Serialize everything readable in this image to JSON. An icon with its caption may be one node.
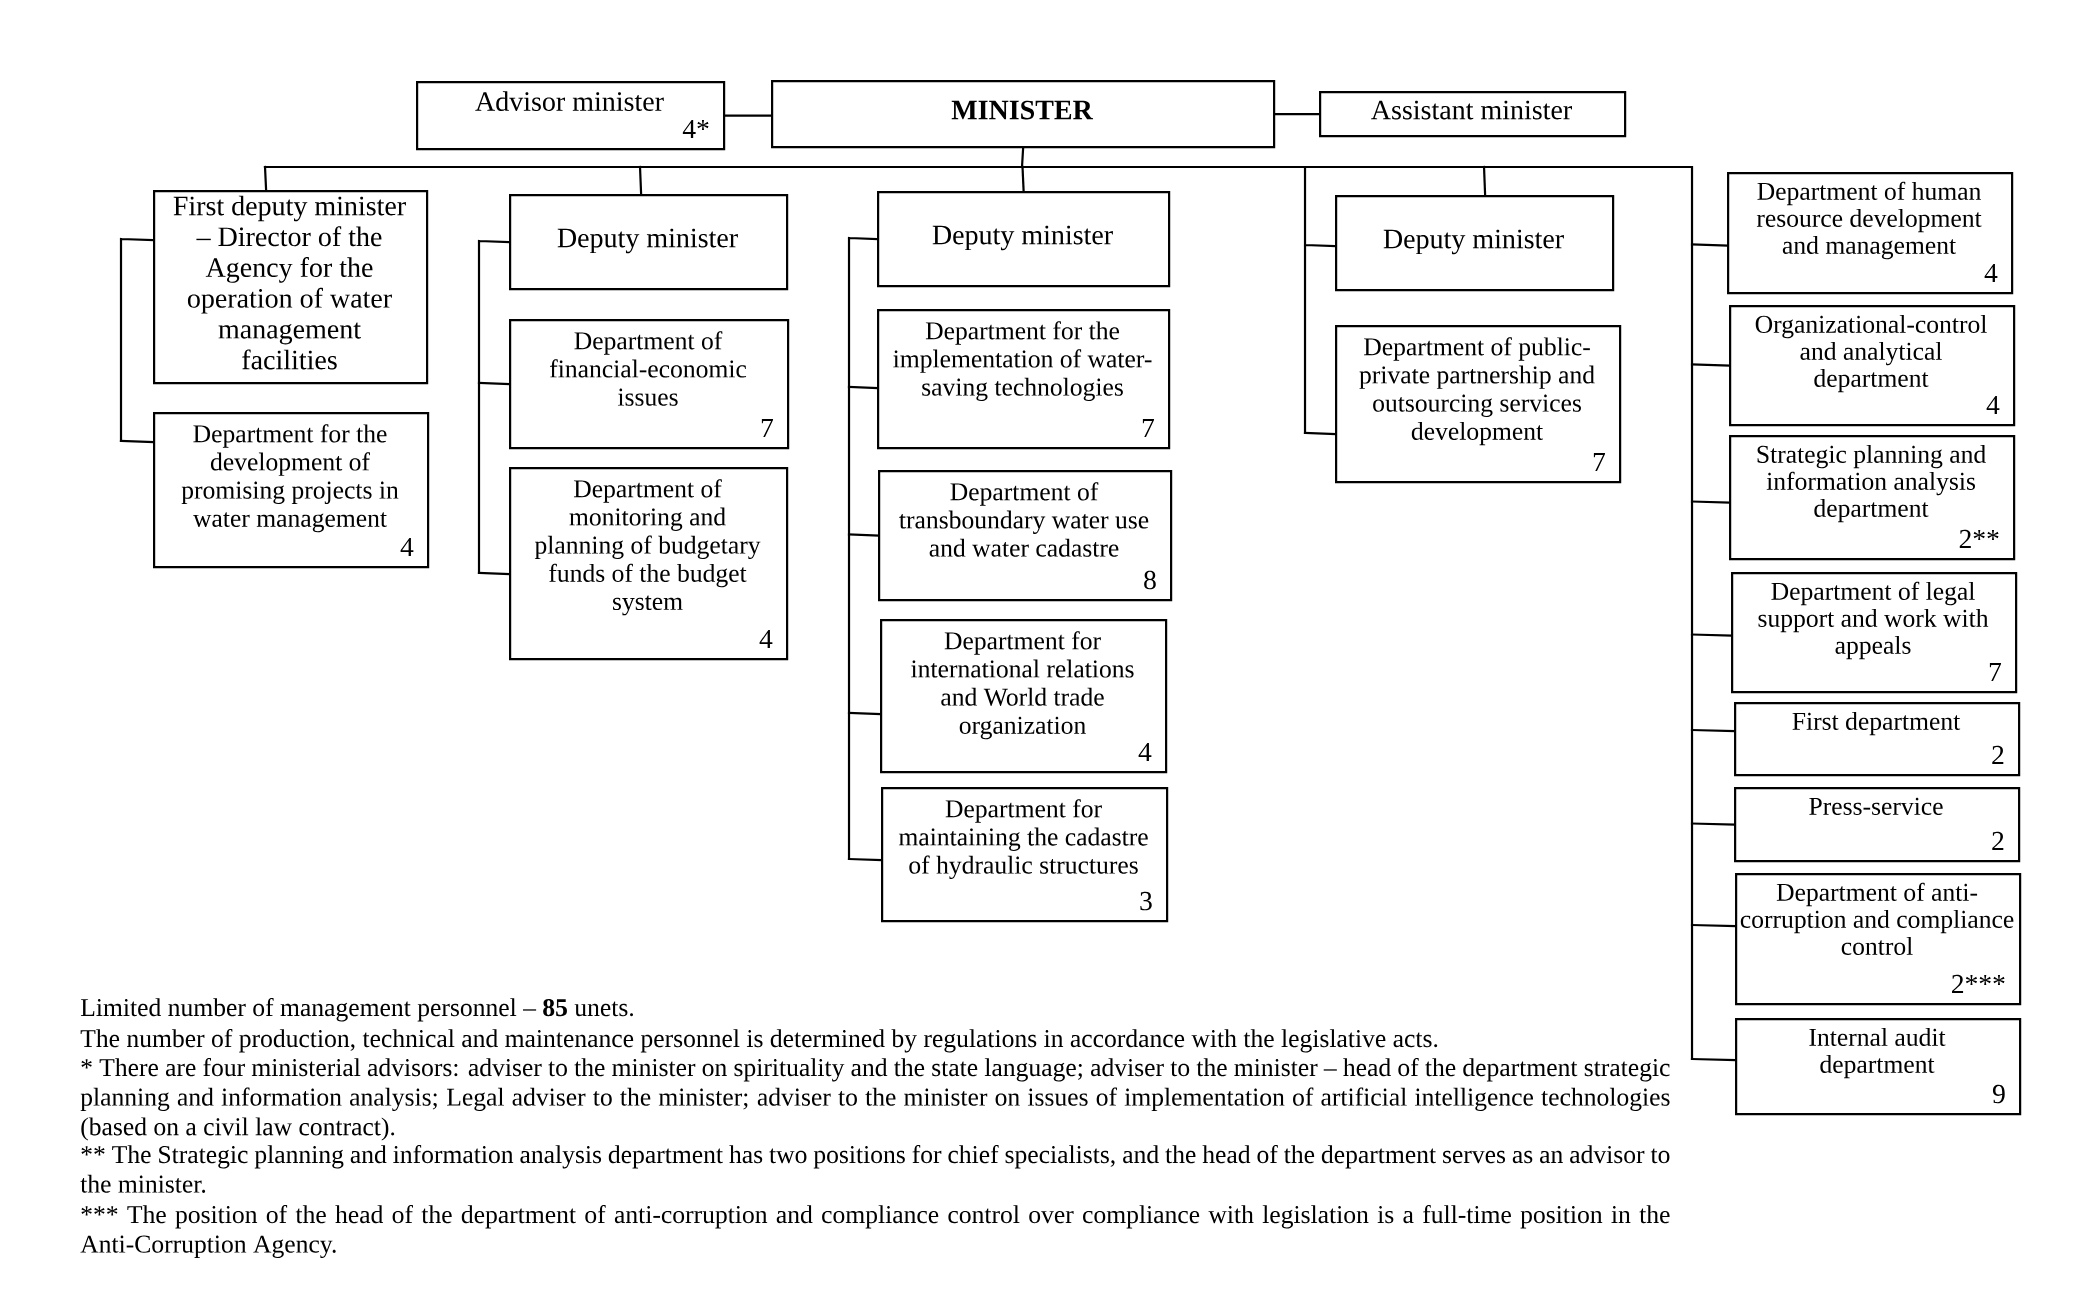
{
  "diagram": {
    "nodes": [
      {
        "text": [
          "Advisor minister",
          "4*"
        ]
      },
      {
        "text": [
          "MINISTER"
        ]
      },
      {
        "text": [
          "Assistant minister"
        ]
      },
      {
        "text": [
          "First deputy minister – Director of the Agency for the operation of water management facilities"
        ]
      },
      {
        "text": [
          "Department for the development of promising projects in water management",
          "4"
        ]
      },
      {
        "text": [
          "Deputy minister"
        ]
      },
      {
        "text": [
          "Department of financial-economic issues",
          "7"
        ]
      },
      {
        "text": [
          "Department of monitoring and planning of budgetary funds of the budget system",
          "4"
        ]
      },
      {
        "text": [
          "Deputy minister"
        ]
      },
      {
        "text": [
          "Department for the implementation of water-saving technologies",
          "7"
        ]
      },
      {
        "text": [
          "Department of transboundary water use and water cadastre",
          "8"
        ]
      },
      {
        "text": [
          "Department for international relations and World trade organization",
          "4"
        ]
      },
      {
        "text": [
          "Department for maintaining the cadastre of hydraulic structures",
          "3"
        ]
      },
      {
        "text": [
          "Deputy minister"
        ]
      },
      {
        "text": [
          "Department of public-private partnership and outsourcing services development",
          "7"
        ]
      },
      {
        "text": [
          "Department of human resource development and management",
          "4"
        ]
      },
      {
        "text": [
          "Organizational-control and analytical department",
          "4"
        ]
      },
      {
        "text": [
          "Strategic planning and information analysis department",
          "2**"
        ]
      },
      {
        "text": [
          "Department of legal support and work with appeals",
          "7"
        ]
      },
      {
        "text": [
          "First department",
          "2"
        ]
      },
      {
        "text": [
          "Press-service",
          "2"
        ]
      },
      {
        "text": [
          "Department of anti-corruption and compliance control",
          "2***"
        ]
      },
      {
        "text": [
          "Internal audit department",
          "9"
        ]
      }
    ],
    "edges": [
      {
        "from": 0,
        "to": 1,
        "arrow": "none"
      },
      {
        "from": 1,
        "to": 2,
        "arrow": "none"
      },
      {
        "from": 1,
        "to": 3,
        "arrow": "none"
      },
      {
        "from": 1,
        "to": 5,
        "arrow": "none"
      },
      {
        "from": 1,
        "to": 8,
        "arrow": "none"
      },
      {
        "from": 1,
        "to": 13,
        "arrow": "none"
      },
      {
        "from": 1,
        "to": 15,
        "arrow": "none"
      },
      {
        "from": 1,
        "to": 16,
        "arrow": "none"
      },
      {
        "from": 1,
        "to": 17,
        "arrow": "none"
      },
      {
        "from": 1,
        "to": 18,
        "arrow": "none"
      },
      {
        "from": 1,
        "to": 19,
        "arrow": "none"
      },
      {
        "from": 1,
        "to": 20,
        "arrow": "none"
      },
      {
        "from": 1,
        "to": 21,
        "arrow": "none"
      },
      {
        "from": 1,
        "to": 22,
        "arrow": "none"
      },
      {
        "from": 3,
        "to": 4,
        "arrow": "none"
      },
      {
        "from": 5,
        "to": 6,
        "arrow": "none"
      },
      {
        "from": 5,
        "to": 7,
        "arrow": "none"
      },
      {
        "from": 8,
        "to": 9,
        "arrow": "none"
      },
      {
        "from": 8,
        "to": 10,
        "arrow": "none"
      },
      {
        "from": 8,
        "to": 11,
        "arrow": "none"
      },
      {
        "from": 8,
        "to": 12,
        "arrow": "none"
      },
      {
        "from": 13,
        "to": 14,
        "arrow": "none"
      }
    ],
    "labels": [
      "Limited number of management personnel – **85** unets.",
      "The number of production, technical and maintenance personnel is determined by regulations in accordance with the legislative acts.",
      "* There are four ministerial advisors: adviser to the minister on spirituality and the state language; adviser to the minister – head of the department strategic planning and information analysis; Legal adviser to the minister; adviser to the minister on issues of implementation of artificial intelligence technologies (based on a civil law contract).",
      "** The Strategic planning and information analysis department has two positions for chief specialists, and the head of the department serves as an advisor to the minister.",
      "*** The position of the head of the department of anti-corruption and compliance control over compliance with legislation is a full-time position in the Anti-Corruption Agency."
    ]
  }
}
